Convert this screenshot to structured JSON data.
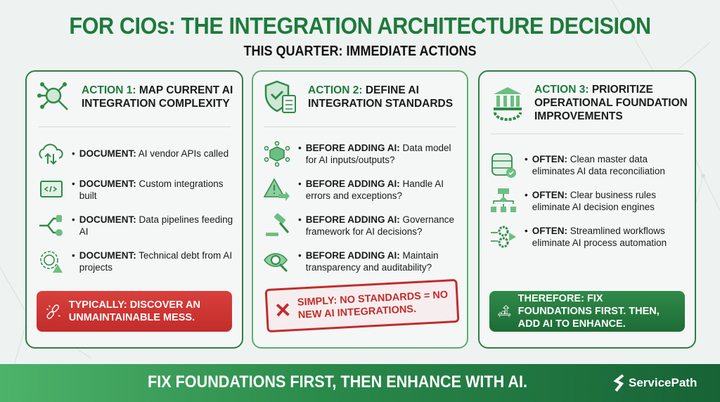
{
  "title": "FOR CIOs: THE INTEGRATION ARCHITECTURE DECISION",
  "subtitle": "THIS QUARTER: IMMEDIATE ACTIONS",
  "cards": [
    {
      "label": "ACTION 1:",
      "title": "MAP CURRENT AI INTEGRATION COMPLEXITY",
      "icon": "magnifier-network-icon",
      "items": [
        {
          "icon": "cloud-transfer-icon",
          "lead": "DOCUMENT:",
          "text": "AI vendor APIs called"
        },
        {
          "icon": "code-window-icon",
          "lead": "DOCUMENT:",
          "text": "Custom integrations built"
        },
        {
          "icon": "data-pipeline-icon",
          "lead": "DOCUMENT:",
          "text": "Data pipelines feeding AI"
        },
        {
          "icon": "tangle-warning-icon",
          "lead": "DOCUMENT:",
          "text": "Technical debt from AI projects"
        }
      ],
      "callout": "TYPICALLY: DISCOVER AN UNMAINTAINABLE MESS.",
      "callout_icon": "broken-link-icon"
    },
    {
      "label": "ACTION 2:",
      "title": "DEFINE AI INTEGRATION STANDARDS",
      "icon": "shield-checklist-icon",
      "items": [
        {
          "icon": "cube-network-icon",
          "lead": "BEFORE ADDING AI:",
          "text": "Data model for AI inputs/outputs?"
        },
        {
          "icon": "warning-arrow-icon",
          "lead": "BEFORE ADDING AI:",
          "text": "Handle AI errors and exceptions?"
        },
        {
          "icon": "gavel-icon",
          "lead": "BEFORE ADDING AI:",
          "text": "Governance framework for AI decisions?"
        },
        {
          "icon": "eye-magnifier-icon",
          "lead": "BEFORE ADDING AI:",
          "text": "Maintain transparency and auditability?"
        }
      ],
      "callout": "SIMPLY: NO STANDARDS = NO NEW AI INTEGRATIONS.",
      "callout_icon": "red-x-icon"
    },
    {
      "label": "ACTION 3:",
      "title": "PRIORITIZE OPERATIONAL FOUNDATION IMPROVEMENTS",
      "icon": "building-gear-icon",
      "items": [
        {
          "icon": "database-check-icon",
          "lead": "OFTEN:",
          "text": "Clean master data eliminates AI data reconciliation"
        },
        {
          "icon": "flowchart-icon",
          "lead": "OFTEN:",
          "text": "Clear business rules eliminate AI decision engines"
        },
        {
          "icon": "gears-arrow-icon",
          "lead": "OFTEN:",
          "text": "Streamlined workflows eliminate AI process automation"
        }
      ],
      "callout": "THEREFORE: FIX FOUNDATIONS FIRST. THEN, ADD AI TO ENHANCE.",
      "callout_icon": "foundation-arrow-icon"
    }
  ],
  "footer": {
    "text": "FIX FOUNDATIONS FIRST, THEN ENHANCE WITH AI.",
    "logo": "ServicePath"
  },
  "colors": {
    "green": "#1e7a3c",
    "red": "#c42b2b",
    "background": "#eef3f1"
  }
}
